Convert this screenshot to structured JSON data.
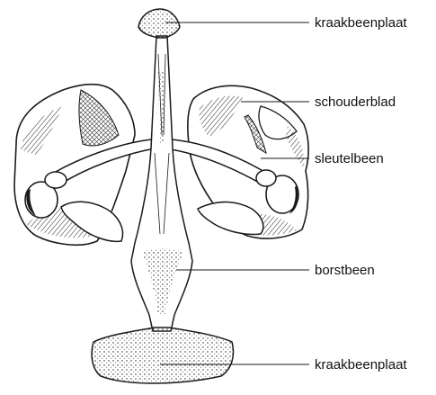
{
  "labels": {
    "top_plate": "kraakbeenplaat",
    "scapula": "schouderblad",
    "clavicle": "sleutelbeen",
    "sternum": "borstbeen",
    "bottom_plate": "kraakbeenplaat"
  },
  "colors": {
    "ink": "#1a1a1a",
    "paper": "#ffffff",
    "shade": "#bdbdbd"
  }
}
